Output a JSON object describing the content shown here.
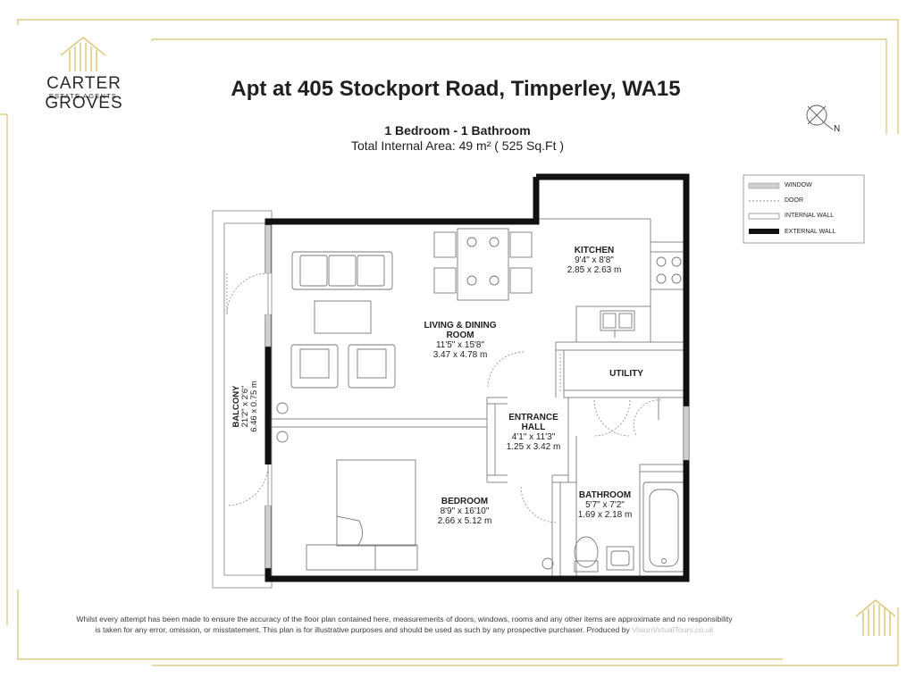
{
  "brand": {
    "name": "CARTER GROVES",
    "tagline": "ESTATE AGENTS",
    "gold": "#d8c06a"
  },
  "property": {
    "title": "Apt at 405 Stockport Road, Timperley, WA15",
    "rooms_summary": "1 Bedroom  -  1 Bathroom",
    "total_area": "Total Internal Area: 49 m² ( 525 Sq.Ft )"
  },
  "compass": {
    "label": "N",
    "icon": "compass-icon"
  },
  "legend": [
    {
      "label": "WINDOW",
      "icon": "window-swatch"
    },
    {
      "label": "DOOR",
      "icon": "door-swatch"
    },
    {
      "label": "INTERNAL WALL",
      "icon": "internal-wall-swatch"
    },
    {
      "label": "EXTERNAL WALL",
      "icon": "external-wall-swatch"
    }
  ],
  "rooms": {
    "kitchen": {
      "name": "KITCHEN",
      "imperial": "9'4\" x 8'8\"",
      "metric": "2.85 x 2.63 m"
    },
    "living": {
      "name": "LIVING & DINING",
      "name2": "ROOM",
      "imperial": "11'5\" x 15'8\"",
      "metric": "3.47 x 4.78 m"
    },
    "utility": {
      "name": "UTILITY"
    },
    "hall": {
      "name": "ENTRANCE",
      "name2": "HALL",
      "imperial": "4'1\" x 11'3\"",
      "metric": "1.25 x 3.42 m"
    },
    "bedroom": {
      "name": "BEDROOM",
      "imperial": "8'9\" x 16'10\"",
      "metric": "2.66 x 5.12 m"
    },
    "bathroom": {
      "name": "BATHROOM",
      "imperial": "5'7\" x 7'2\"",
      "metric": "1.69 x 2.18 m"
    },
    "balcony": {
      "name": "BALCONY",
      "imperial": "21'2\" x 2'6\"",
      "metric": "6.46 x 0.75 m"
    }
  },
  "disclaimer": {
    "line1": "Whilst every attempt has been made to ensure the accuracy of the floor plan contained here, measurements of doors, windows, rooms and any other items are approximate and no responsibility",
    "line2": "is taken for any error, omission, or misstatement. This plan is for illustrative purposes and should be used as such by any prospective purchaser. Produced by",
    "credit": "VisionVirtualTours.co.uk"
  }
}
